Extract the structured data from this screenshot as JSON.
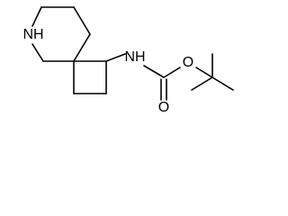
{
  "molecule": {
    "atoms": {
      "ring_nitrogen": "NH",
      "carbamate_nitrogen": "NH",
      "ester_oxygen": "O",
      "carbonyl_oxygen": "O"
    }
  }
}
